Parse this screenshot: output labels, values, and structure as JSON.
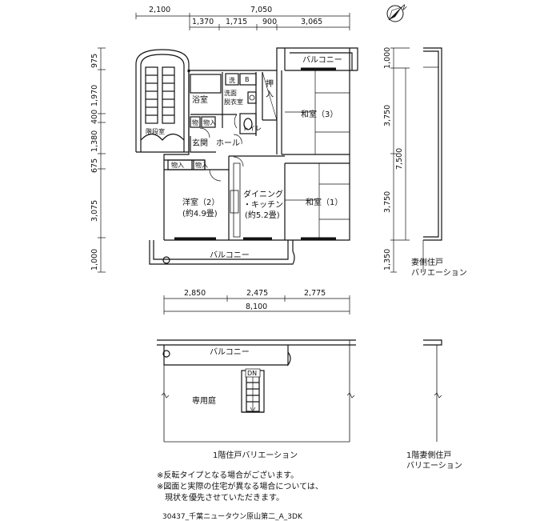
{
  "dimensions": {
    "top_overall": "7,050",
    "top_left": "2,100",
    "top_segments": [
      "1,370",
      "1,715",
      "900",
      "3,065"
    ],
    "left_segments": [
      "975",
      "1,970",
      "400",
      "1,380",
      "675",
      "3,075",
      "1,000"
    ],
    "right_segments": [
      "1,000",
      "3,750",
      "3,750",
      "1,350"
    ],
    "right_overall": "7,500",
    "bottom_segments": [
      "2,850",
      "2,475",
      "2,775"
    ],
    "bottom_overall": "8,100"
  },
  "rooms": {
    "balcony_top": "バルコニー",
    "bath": "浴室",
    "wash_top": "洗",
    "wash_b": "B",
    "washroom_line1": "洗面",
    "washroom_line2": "脱衣室",
    "oshiire_line1": "押",
    "oshiire_line2": "入",
    "washitsu3": "和室（3）",
    "storage": "物",
    "storage_full": "物入",
    "toilet": "トイレ",
    "stairs": "階段室",
    "genkan": "玄関",
    "hall": "ホール",
    "yoshitsu2_line1": "洋室（2）",
    "yoshitsu2_line2": "(約4.9畳)",
    "dk_line1": "ダイニング",
    "dk_line2": "・キッチン",
    "dk_line3": "(約5.2畳)",
    "washitsu1": "和室（1）",
    "balcony_bottom": "バルコニー",
    "balcony_ground": "バルコニー",
    "garden": "専用庭",
    "dn": "DN"
  },
  "captions": {
    "tsumagawa_line1": "妻側住戸",
    "tsumagawa_line2": "バリエーション",
    "ground_floor": "1階住戸バリエーション",
    "ground_tsumagawa_line1": "1階妻側住戸",
    "ground_tsumagawa_line2": "バリエーション"
  },
  "notes": [
    "※反転タイプとなる場合がございます。",
    "※図面と実際の住宅が異なる場合については、",
    "現状を優先させていただきます。"
  ],
  "plan_code": "30437_千葉ニュータウン原山第二_A_3DK",
  "compass": "N"
}
